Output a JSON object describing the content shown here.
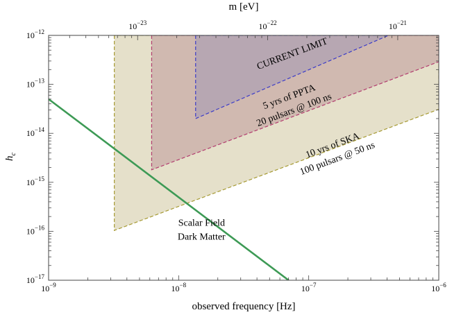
{
  "chart_data": {
    "type": "area",
    "xlabel": "observed frequency [Hz]",
    "ylabel": "h",
    "ylabel_subscript": "c",
    "top_axis_label": "m [eV]",
    "xscale": "log",
    "yscale": "log",
    "xlim": [
      1e-09,
      1e-06
    ],
    "ylim": [
      1e-17,
      1e-12
    ],
    "x_ticks": [
      {
        "value": 1e-09,
        "base": "10",
        "exp": "−9"
      },
      {
        "value": 1e-08,
        "base": "10",
        "exp": "−8"
      },
      {
        "value": 1e-07,
        "base": "10",
        "exp": "−7"
      },
      {
        "value": 1e-06,
        "base": "10",
        "exp": "−6"
      }
    ],
    "y_ticks": [
      {
        "value": 1e-17,
        "base": "10",
        "exp": "−17"
      },
      {
        "value": 1e-16,
        "base": "10",
        "exp": "−16"
      },
      {
        "value": 1e-15,
        "base": "10",
        "exp": "−15"
      },
      {
        "value": 1e-14,
        "base": "10",
        "exp": "−14"
      },
      {
        "value": 1e-13,
        "base": "10",
        "exp": "−13"
      },
      {
        "value": 1e-12,
        "base": "10",
        "exp": "−12"
      }
    ],
    "top_ticks": [
      {
        "mass_eV": 1e-23,
        "base": "10",
        "exp": "−23"
      },
      {
        "mass_eV": 1e-22,
        "base": "10",
        "exp": "−22"
      },
      {
        "mass_eV": 1e-21,
        "base": "10",
        "exp": "−21"
      }
    ],
    "mass_to_frequency_hz_per_ev": 483600000000000.0,
    "regions": [
      {
        "label_lines": [
          "10 yrs of SKA",
          "100 pulsars @ 50 ns"
        ],
        "fill": "#e2ddc4",
        "stroke": "#a69a33",
        "points": [
          [
            3.2e-09,
            1e-12
          ],
          [
            3.2e-09,
            1.04e-16
          ],
          [
            1e-06,
            3.1e-14
          ],
          [
            1e-06,
            1e-12
          ]
        ]
      },
      {
        "label_lines": [
          "5 yrs of PPTA",
          "20 pulsars @ 100 ns"
        ],
        "fill": "#cdb5ad",
        "stroke": "#b23c6e",
        "points": [
          [
            6.2e-09,
            1e-12
          ],
          [
            6.2e-09,
            1.8e-15
          ],
          [
            1e-06,
            2.9e-13
          ],
          [
            1e-06,
            1e-12
          ]
        ]
      },
      {
        "label_lines": [
          "CURRENT LIMIT"
        ],
        "fill": "#b4a5b2",
        "stroke": "#3b3bc8",
        "points": [
          [
            1.35e-08,
            1e-12
          ],
          [
            1.35e-08,
            2e-14
          ],
          [
            4.1e-07,
            1e-12
          ]
        ]
      }
    ],
    "series": [
      {
        "name": "Scalar Field Dark Matter",
        "label_lines": [
          "Scalar Field",
          "Dark Matter"
        ],
        "color": "#3d9a55",
        "x": [
          1e-09,
          7e-08
        ],
        "y": [
          5e-14,
          1e-17
        ]
      }
    ]
  }
}
